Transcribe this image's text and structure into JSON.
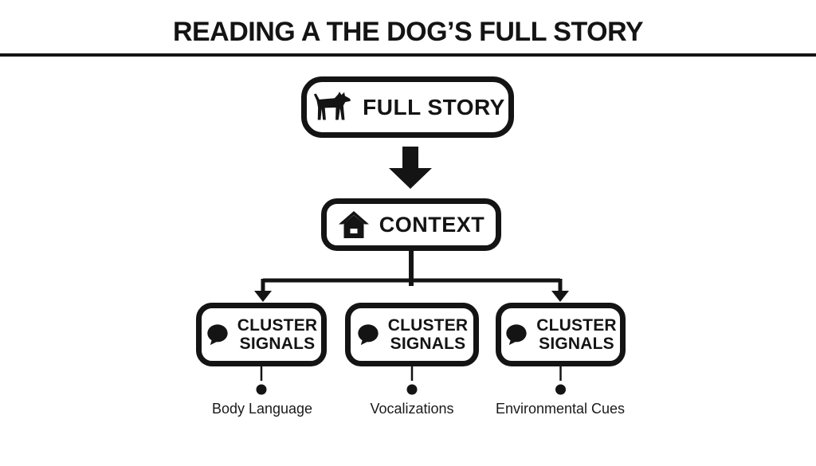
{
  "canvas": {
    "background": "#ffffff",
    "ink": "#141414"
  },
  "header": {
    "title": "READING A THE DOG’S FULL STORY"
  },
  "diagram": {
    "root_node": {
      "label": "FULL STORY",
      "icon": "dog-icon"
    },
    "flow_arrow": {
      "icon": "down-arrow-icon"
    },
    "mid_node": {
      "label": "CONTEXT",
      "icon": "house-icon"
    },
    "cluster_nodes": [
      {
        "line1": "CLUSTER",
        "line2": "SIGNALS",
        "icon": "speech-bubble-icon",
        "caption": "Body Language"
      },
      {
        "line1": "CLUSTER",
        "line2": "SIGNALS",
        "icon": "speech-bubble-icon",
        "caption": "Vocalizations"
      },
      {
        "line1": "CLUSTER",
        "line2": "SIGNALS",
        "icon": "speech-bubble-icon",
        "caption": "Environmental Cues"
      }
    ]
  }
}
